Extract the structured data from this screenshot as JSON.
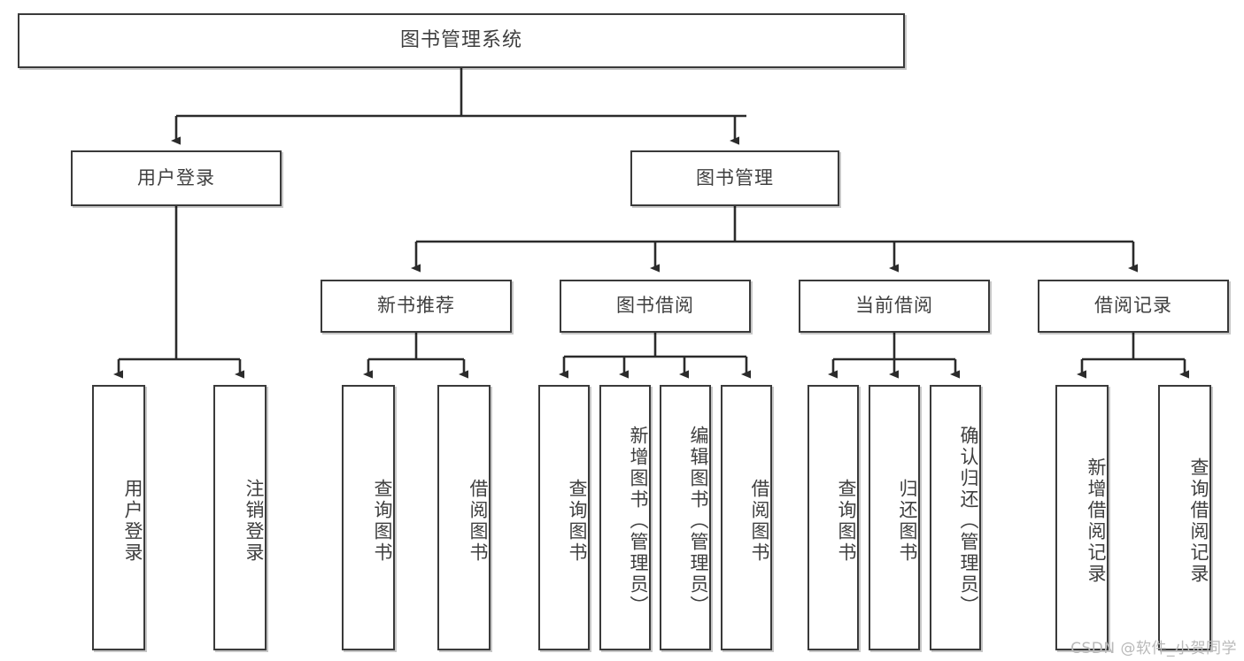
{
  "diagram": {
    "title": "图书管理系统",
    "type": "tree-hierarchy-chart",
    "watermark": "CSDN @软件_小贺同学",
    "colors": {
      "box_border": "#3a3a3a",
      "box_fill": "#ffffff",
      "text": "#3f3f3f",
      "connector": "#2b2b2b",
      "watermark": "#b9b9b9",
      "background": "#ffffff"
    },
    "nodes": {
      "root": {
        "label": "图书管理系统"
      },
      "level2": [
        {
          "id": "user-login",
          "label": "用户登录"
        },
        {
          "id": "book-manage",
          "label": "图书管理"
        }
      ],
      "level3": [
        {
          "id": "new-book-rec",
          "label": "新书推荐"
        },
        {
          "id": "book-borrow",
          "label": "图书借阅"
        },
        {
          "id": "current-borrow",
          "label": "当前借阅"
        },
        {
          "id": "borrow-record",
          "label": "借阅记录"
        }
      ],
      "leaves": {
        "user-login": [
          {
            "id": "leaf-user-login",
            "label": "用户登录"
          },
          {
            "id": "leaf-user-logout",
            "label": "注销登录"
          }
        ],
        "new-book-rec": [
          {
            "id": "leaf-query-book-1",
            "label": "查询图书"
          },
          {
            "id": "leaf-borrow-book-1",
            "label": "借阅图书"
          }
        ],
        "book-borrow": [
          {
            "id": "leaf-query-book-2",
            "label": "查询图书"
          },
          {
            "id": "leaf-add-book",
            "label": "新增图书（管理员）"
          },
          {
            "id": "leaf-edit-book",
            "label": "编辑图书（管理员）"
          },
          {
            "id": "leaf-borrow-book-2",
            "label": "借阅图书"
          }
        ],
        "current-borrow": [
          {
            "id": "leaf-query-book-3",
            "label": "查询图书"
          },
          {
            "id": "leaf-return-book",
            "label": "归还图书"
          },
          {
            "id": "leaf-confirm-return",
            "label": "确认归还（管理员）"
          }
        ],
        "borrow-record": [
          {
            "id": "leaf-add-record",
            "label": "新增借阅记录"
          },
          {
            "id": "leaf-query-record",
            "label": "查询借阅记录"
          }
        ]
      }
    }
  }
}
